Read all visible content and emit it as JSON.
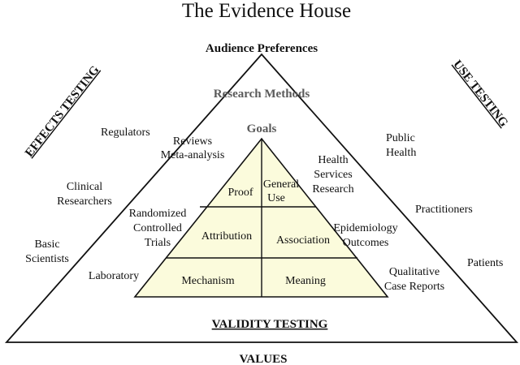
{
  "title": "The Evidence House",
  "top_label": "Audience Preferences",
  "bottom_label": "VALUES",
  "effects_testing": "EFFECTS TESTING",
  "use_testing": "USE TESTING",
  "validity_testing": "VALIDITY TESTING",
  "research_methods": "Research Methods",
  "goals": "Goals",
  "audiences_left": {
    "regulators": "Regulators",
    "clinical_researchers": [
      "Clinical",
      "Researchers"
    ],
    "basic_scientists": [
      "Basic",
      "Scientists"
    ]
  },
  "audiences_right": {
    "public_health": [
      "Public",
      "Health"
    ],
    "practitioners": "Practitioners",
    "patients": "Patients"
  },
  "methods_left": {
    "reviews": [
      "Reviews",
      "Meta-analysis"
    ],
    "rct": [
      "Randomized",
      "Controlled",
      "Trials"
    ],
    "laboratory": "Laboratory"
  },
  "methods_right": {
    "health_services": [
      "Health",
      "Services",
      "Research"
    ],
    "epidemiology": [
      "Epidemiology",
      "Outcomes"
    ],
    "qualitative": [
      "Qualitative",
      "Case Reports"
    ]
  },
  "goals_cells": {
    "proof": "Proof",
    "general_use": [
      "General",
      "Use"
    ],
    "attribution": "Attribution",
    "association": "Association",
    "mechanism": "Mechanism",
    "meaning": "Meaning"
  },
  "colors": {
    "inner_fill": "#fbfbdc",
    "line": "#111111",
    "muted_text": "#5a5a5a"
  }
}
